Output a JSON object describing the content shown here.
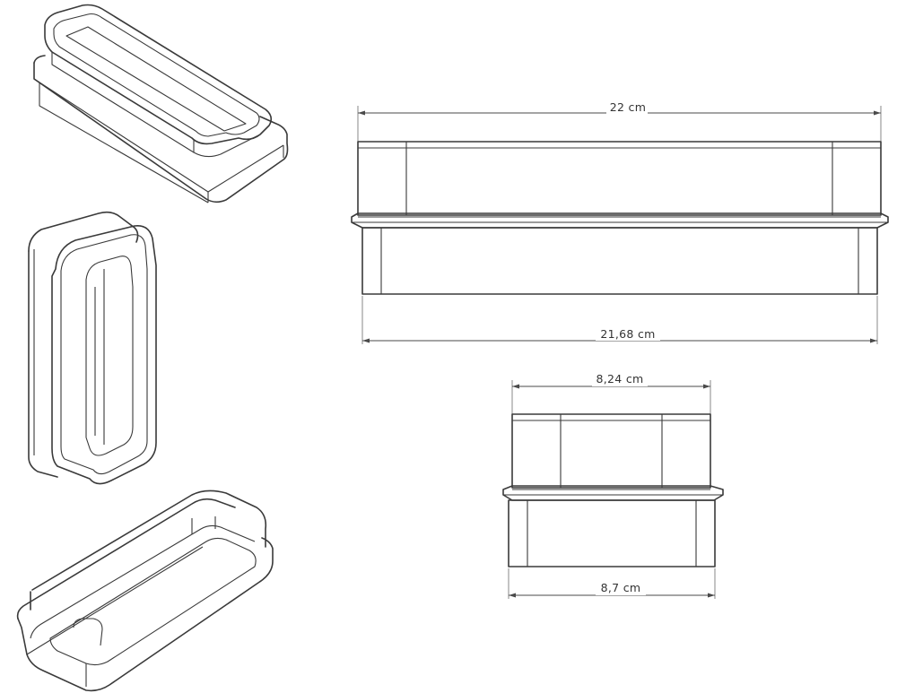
{
  "dimensions": {
    "top_width": "22 cm",
    "base_width": "21,68 cm",
    "side_top_width": "8,24 cm",
    "side_base_width": "8,7 cm"
  },
  "colors": {
    "line": "#3a3a3a",
    "background": "#ffffff"
  }
}
